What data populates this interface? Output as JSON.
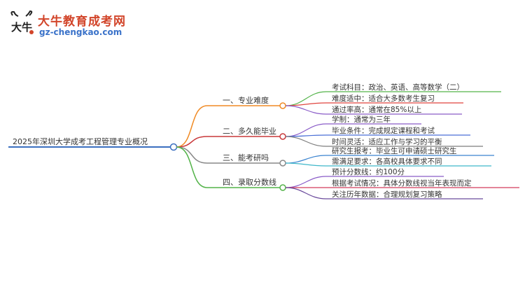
{
  "brand": {
    "name": "大牛教育成考网",
    "url": "gz-chengkao.com",
    "logo_glyph": "大牛"
  },
  "root": {
    "label": "2025年深圳大学成考工程管理专业概况"
  },
  "branches": [
    {
      "label": "一、专业难度",
      "color": "#f08a24",
      "children": [
        {
          "label": "考试科目：政治、英语、高等数学（二）",
          "color": "#53b349"
        },
        {
          "label": "难度适中：适合大多数考生复习",
          "color": "#e0453f"
        },
        {
          "label": "通过率高：通常在85%以上",
          "color": "#8a5cc8"
        }
      ]
    },
    {
      "label": "二、多久能毕业",
      "color": "#c9383a",
      "children": [
        {
          "label": "学制：通常为三年",
          "color": "#8a5cc8"
        },
        {
          "label": "毕业条件：完成规定课程和考试",
          "color": "#4a6fd6"
        },
        {
          "label": "时间灵活：适应工作与学习的平衡",
          "color": "#7d7d7d"
        }
      ]
    },
    {
      "label": "三、能考研吗",
      "color": "#888888",
      "children": [
        {
          "label": "研究生报考：毕业生可申请硕士研究生",
          "color": "#3b84d0"
        },
        {
          "label": "需满足要求：各高校具体要求不同",
          "color": "#3fb7c9"
        }
      ]
    },
    {
      "label": "四、录取分数线",
      "color": "#53b349",
      "children": [
        {
          "label": "预计分数线：约100分",
          "color": "#8a5cc8"
        },
        {
          "label": "根据考试情况：具体分数线视当年表现而定",
          "color": "#d23b5a"
        },
        {
          "label": "关注历年数据：合理规划复习策略",
          "color": "#6a4a9c"
        }
      ]
    }
  ]
}
